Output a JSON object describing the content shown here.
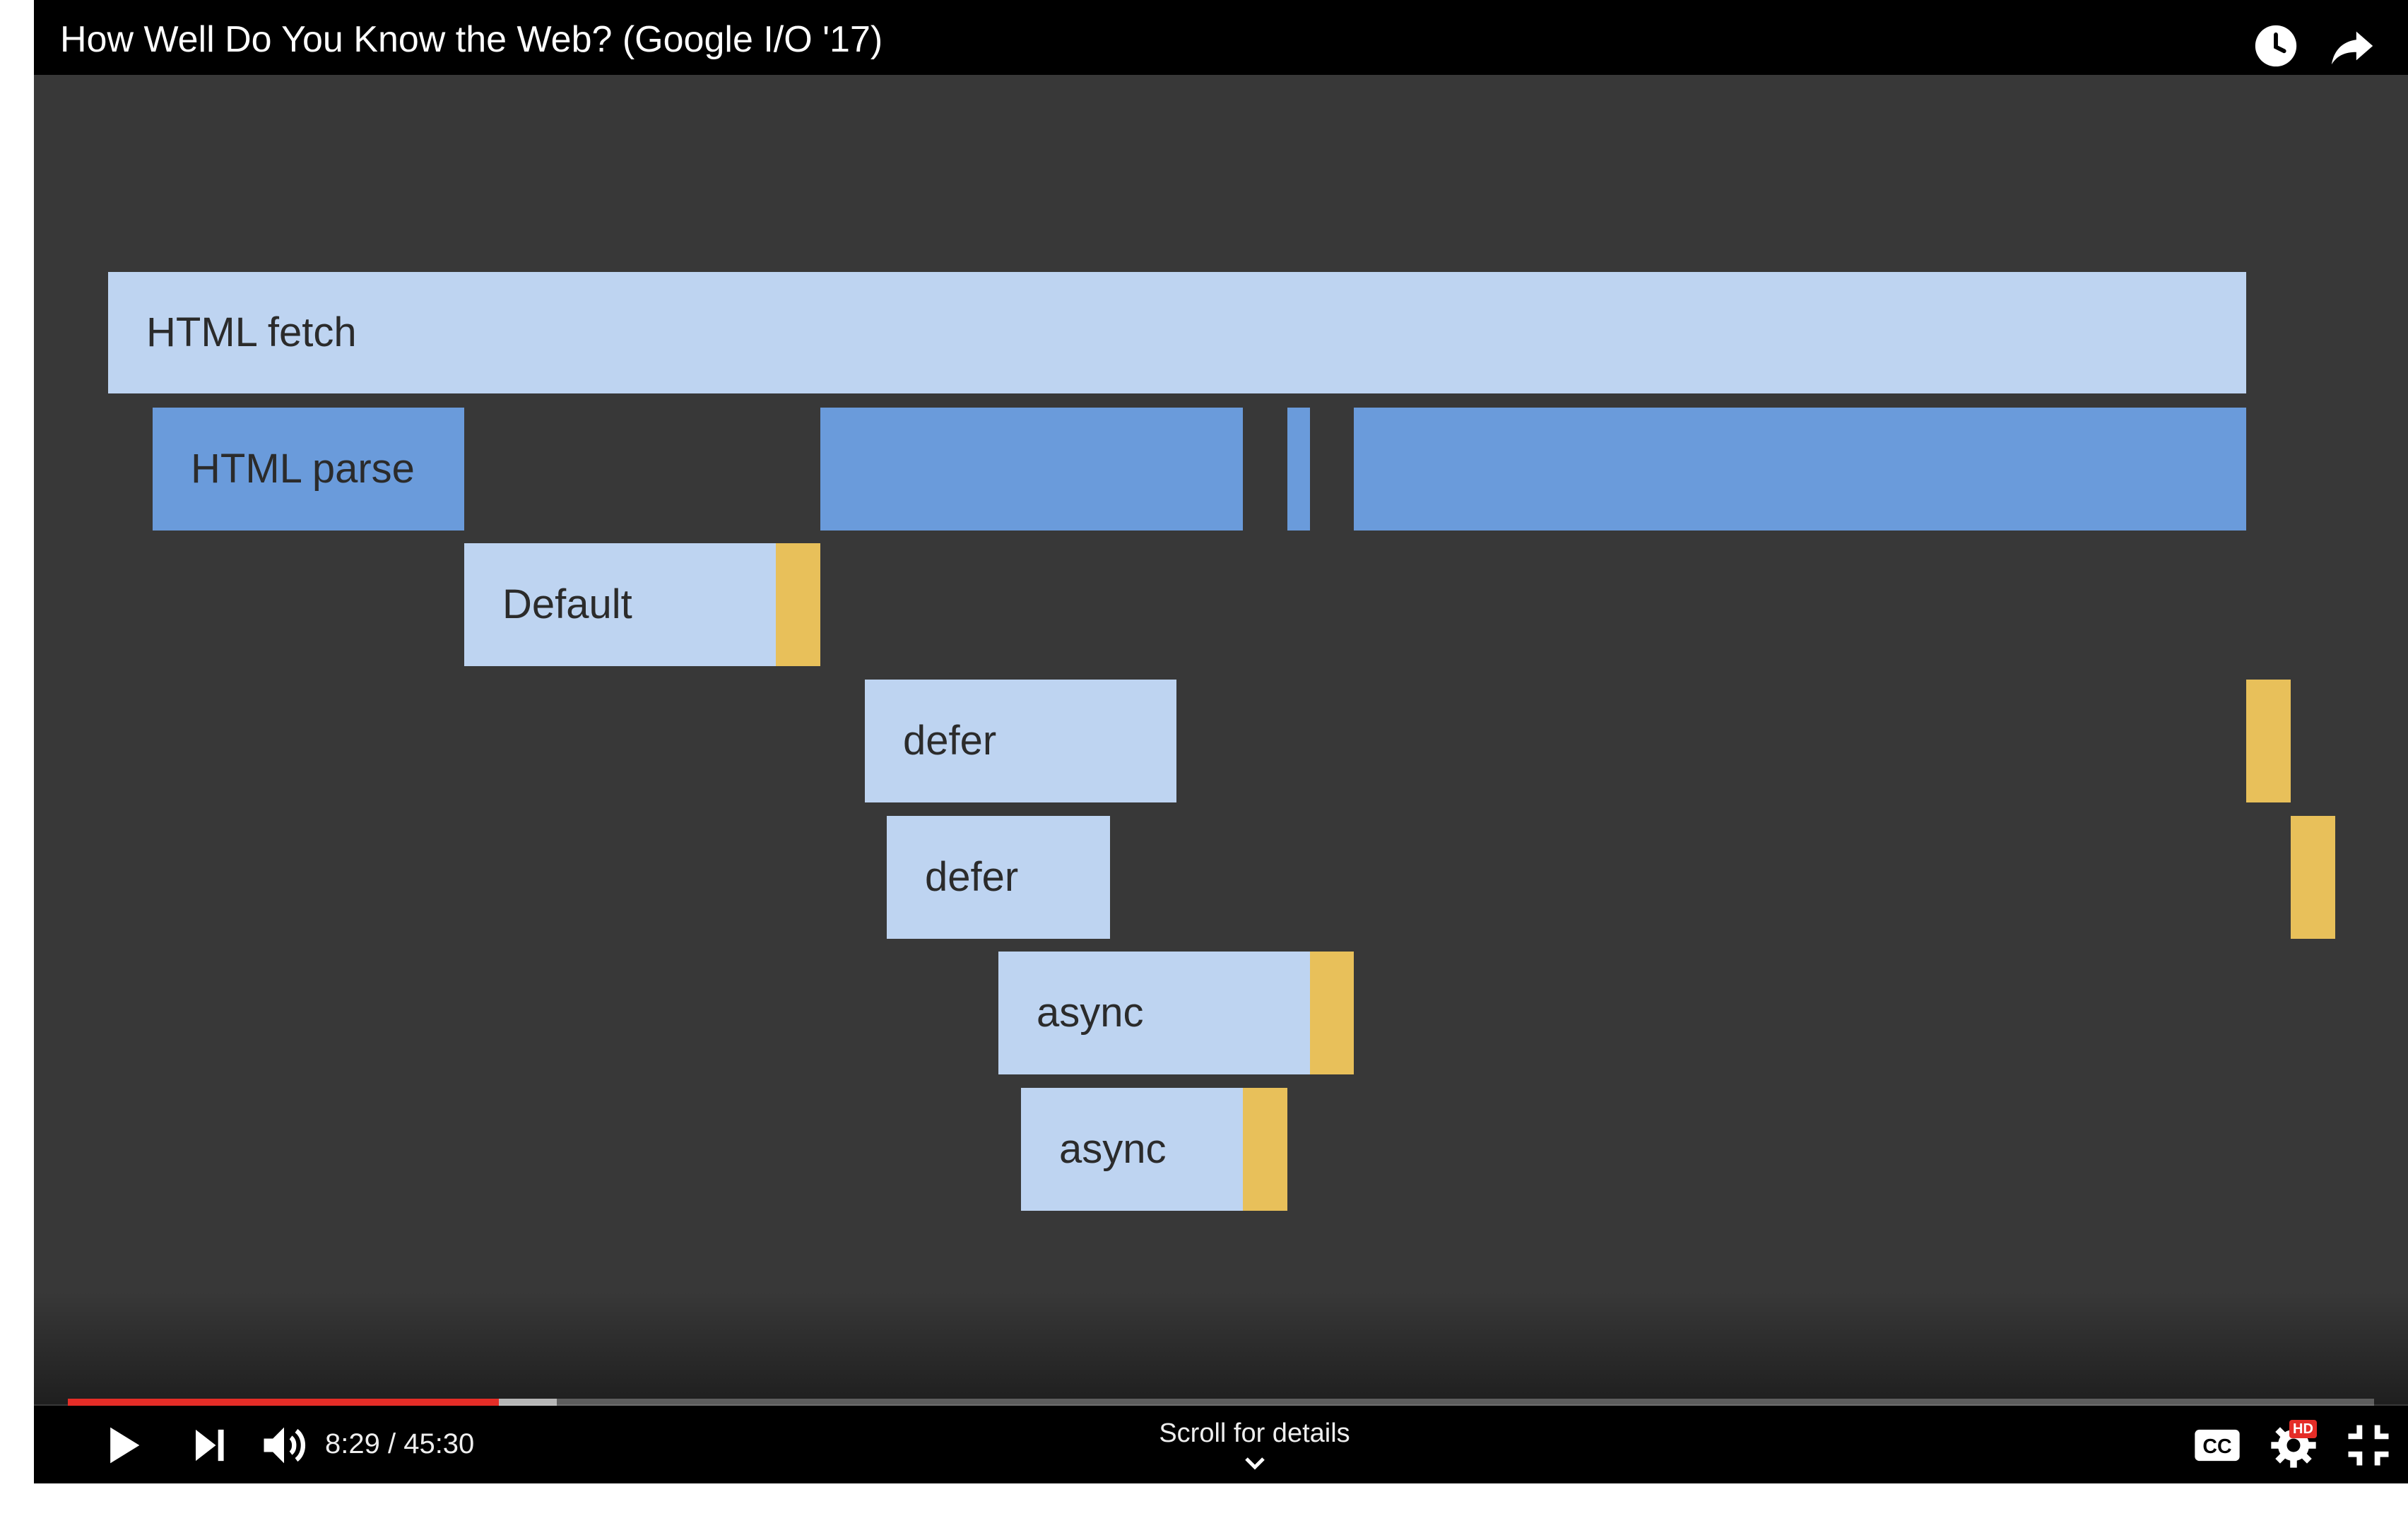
{
  "player": {
    "title": "How Well Do You Know the Web? (Google I/O '17)",
    "icons": {
      "watch_later": "clock-icon",
      "share": "share-arrow-icon"
    }
  },
  "slide": {
    "colors": {
      "background": "#383838",
      "fetch": "#bed4f1",
      "parse": "#6a9bdb",
      "script": "#bed4f1",
      "execute": "#e8c05a"
    },
    "bars": [
      {
        "label": "HTML fetch",
        "kind": "fetch"
      },
      {
        "label": "HTML parse",
        "kind": "parse"
      },
      {
        "label": "",
        "kind": "parse"
      },
      {
        "label": "",
        "kind": "parse"
      },
      {
        "label": "",
        "kind": "parse"
      },
      {
        "label": "Default",
        "kind": "script"
      },
      {
        "label": "",
        "kind": "execute"
      },
      {
        "label": "defer",
        "kind": "script"
      },
      {
        "label": "",
        "kind": "execute"
      },
      {
        "label": "defer",
        "kind": "script"
      },
      {
        "label": "",
        "kind": "execute"
      },
      {
        "label": "async",
        "kind": "script"
      },
      {
        "label": "",
        "kind": "execute"
      },
      {
        "label": "async",
        "kind": "script"
      },
      {
        "label": "",
        "kind": "execute"
      }
    ]
  },
  "controls": {
    "current_time": "8:29",
    "separator": " / ",
    "duration": "45:30",
    "played_fraction": 0.187,
    "buffered_fraction": 0.212,
    "scroll_details_label": "Scroll for details",
    "hd_badge": "HD",
    "colors": {
      "played": "#e52d27",
      "bar": "#000000"
    },
    "icons": {
      "play": "play-icon",
      "next": "next-icon",
      "volume": "volume-icon",
      "captions": "cc-icon",
      "settings": "gear-icon",
      "exit_fullscreen": "exit-fullscreen-icon",
      "scroll": "chevron-down-icon"
    }
  }
}
